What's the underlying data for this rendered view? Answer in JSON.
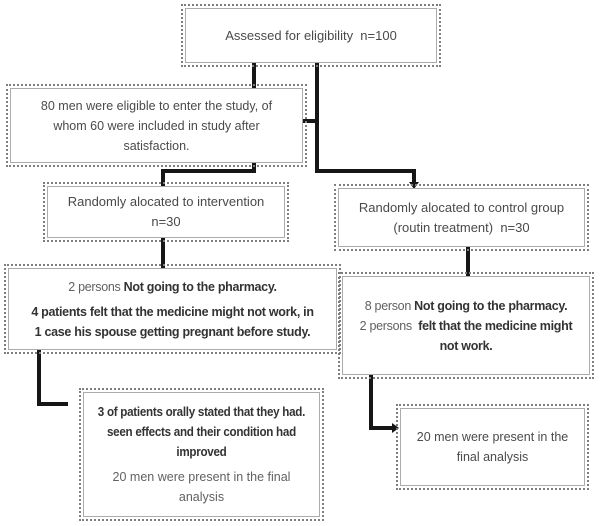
{
  "diagram": {
    "title": "Study enrollment flow diagram",
    "colors": {
      "connector": "#161616",
      "box_border": "#ababab",
      "box_dotted_edge": "#7e7e7e",
      "text_regular": "#4a4a4a",
      "text_bold": "#333333",
      "text_soft": "#616161"
    },
    "boxes": {
      "assessed": {
        "text": "Assessed for eligibility  n=100"
      },
      "eligible": {
        "lines": [
          "80 men were eligible to enter the study, of",
          "whom 60 were included in study after",
          "satisfaction."
        ]
      },
      "intervention": {
        "lines": [
          "Randomly alocated to intervention",
          "n=30"
        ]
      },
      "control": {
        "lines": [
          "Randomly alocated to control group",
          "(routin treatment)  n=30"
        ]
      },
      "excluded_intervention": {
        "line1_prefix": "2 persons ",
        "line1_bold": "Not going to the pharmacy.",
        "line2_bold": "4 patients felt that the medicine might not work, in",
        "line3_bold": "1 case his spouse getting pregnant before study."
      },
      "excluded_control": {
        "line1_prefix": "8 person ",
        "line1_bold": "Not going to the pharmacy.",
        "line2_prefix": "2 persons ",
        "line2_bold": " felt that the medicine might",
        "line3_bold": "not work."
      },
      "outcome_intervention": {
        "statement_lines": [
          "3 of patients orally stated that they had.",
          "seen effects and their condition had",
          "improved"
        ],
        "result_lines": [
          "20 men were present in the final",
          "analysis"
        ]
      },
      "outcome_control": {
        "lines": [
          "20 men were present in the",
          "final analysis"
        ]
      }
    }
  }
}
